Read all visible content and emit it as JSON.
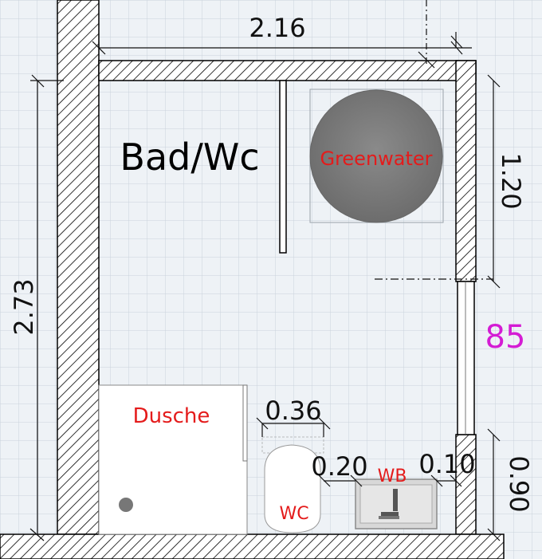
{
  "room": {
    "name": "Bad/Wc"
  },
  "fixtures": {
    "tank": "Greenwater",
    "shower": "Dusche",
    "toilet": "WC",
    "sink": "WB"
  },
  "dimensions": {
    "top_width": "2.16",
    "left_height": "2.73",
    "right_upper": "1.20",
    "window_width": "85",
    "right_lower": "0.90",
    "wc_width": "0.36",
    "wc_sink_gap": "0.20",
    "sink_wall_gap": "0.10"
  },
  "colors": {
    "wall_hatch": "#000000",
    "wall_fill": "#ffffff",
    "tile_grid": "#c9d3dc",
    "floor": "#eef2f6",
    "label_red": "#e41b1b",
    "window_label": "#d41cd4",
    "tank_fill": "#7a7a7a"
  }
}
